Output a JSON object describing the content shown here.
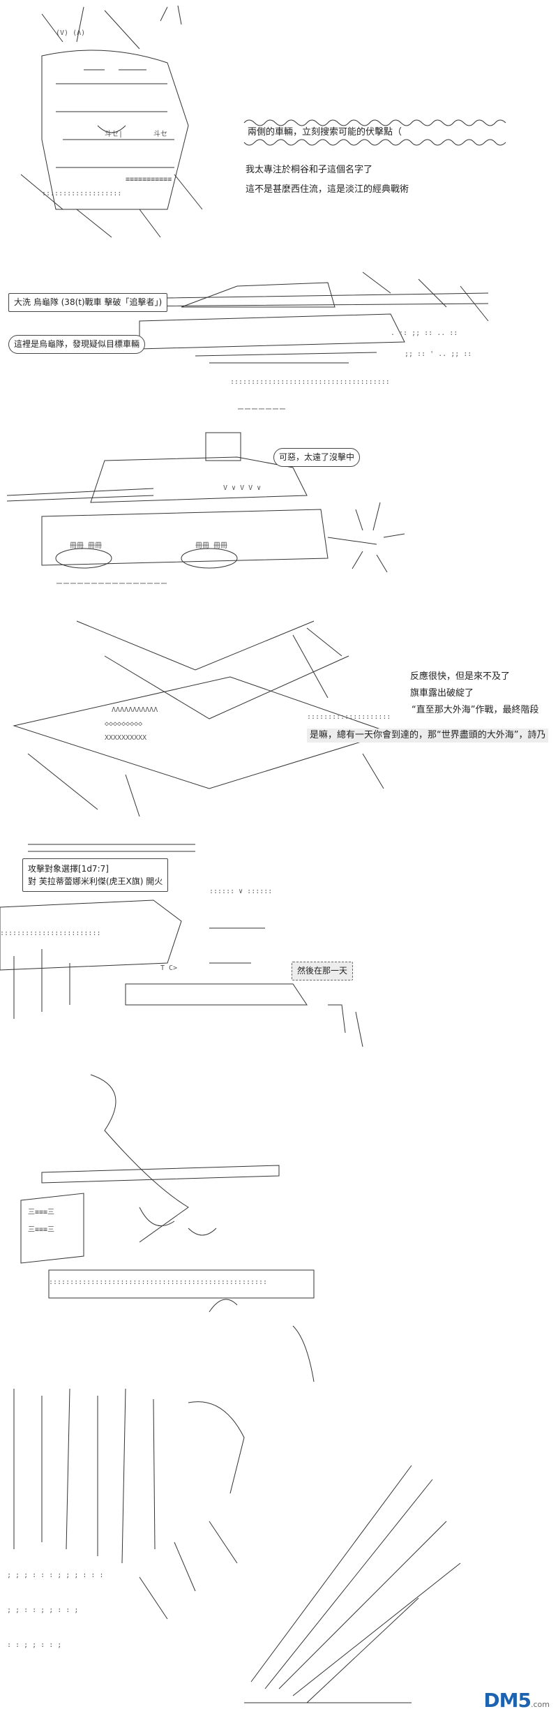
{
  "panels": [
    {
      "id": "p1",
      "captions": [
        {
          "id": "p1-wave",
          "text": "兩側的車輛，立刻搜索可能的伏擊點（"
        },
        {
          "id": "p1-l1",
          "text": "我太專注於桐谷和子這個名字了"
        },
        {
          "id": "p1-l2",
          "text": "這不是甚麼西住流，這是淡江的經典戰術"
        }
      ]
    },
    {
      "id": "p2",
      "captions": [
        {
          "id": "p2-box1",
          "text": "大洗 烏龜隊 (38(t)戰車 擊破「追擊者」)"
        },
        {
          "id": "p2-box2",
          "text": "這裡是烏龜隊，發現疑似目標車輛"
        }
      ]
    },
    {
      "id": "p3",
      "captions": [
        {
          "id": "p3-bubble",
          "text": "可惡，太遠了沒擊中"
        }
      ]
    },
    {
      "id": "p4",
      "captions": [
        {
          "id": "p4-l1",
          "text": "反應很快，但是來不及了"
        },
        {
          "id": "p4-l2",
          "text": "旗車露出破綻了"
        },
        {
          "id": "p4-l3",
          "text": "“直至那大外海”作戰，最終階段"
        },
        {
          "id": "p4-l4",
          "text": "是嘛，總有一天你會到達的，那“世界盡頭的大外海”，詩乃"
        }
      ]
    },
    {
      "id": "p5",
      "captions": [
        {
          "id": "p5-box1",
          "text": "攻擊對象選擇[1d7:7]"
        },
        {
          "id": "p5-box2",
          "text": "對 芙拉蒂蕾娜米利傑(虎王X旗) 開火"
        },
        {
          "id": "p5-box3",
          "text": "然後在那一天"
        }
      ]
    }
  ],
  "logo": {
    "text": "DM5",
    "sub": ".com"
  }
}
